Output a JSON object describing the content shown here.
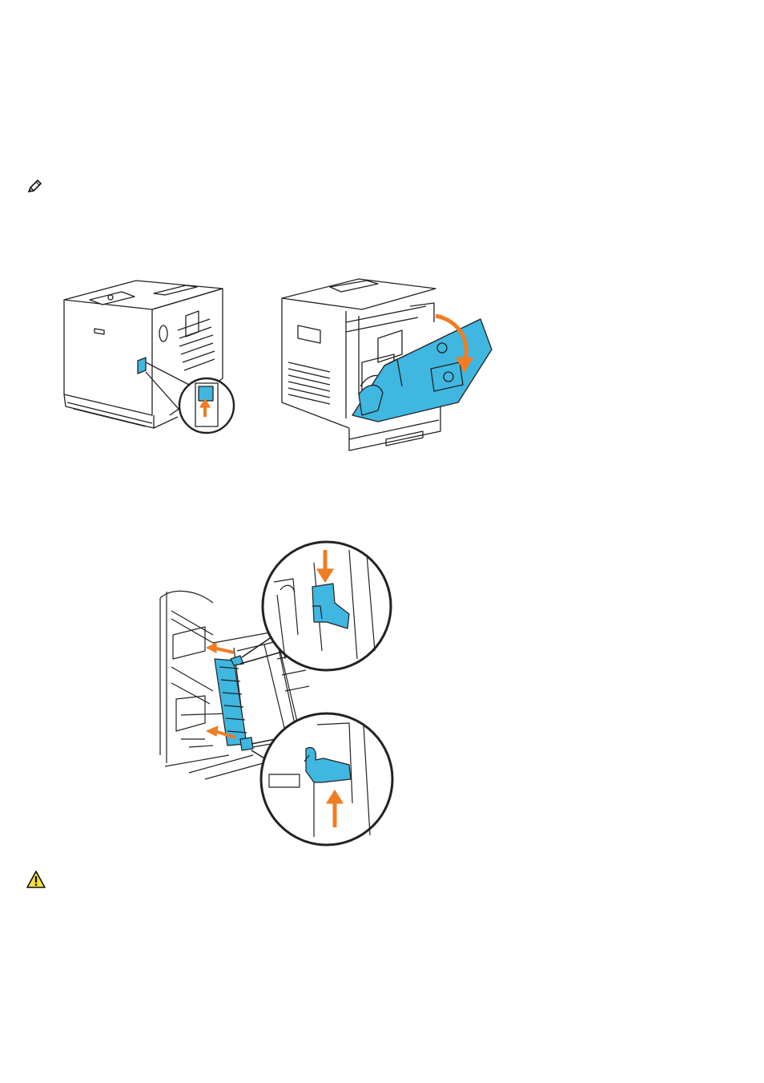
{
  "document": {
    "icons": {
      "note": "note-pencil-icon",
      "caution": "caution-triangle-icon"
    },
    "figures": [
      {
        "id": "figure-1",
        "content": "printer-side-latch-and-front-cover-opening",
        "panels": 2
      },
      {
        "id": "figure-2",
        "content": "fuser-removal-levers-with-magnified-callouts",
        "panels": 1
      }
    ],
    "colors": {
      "accent_part": "#3fb7e0",
      "arrow": "#f07d22",
      "line": "#222222",
      "caution_fill": "#f6e03a"
    }
  }
}
